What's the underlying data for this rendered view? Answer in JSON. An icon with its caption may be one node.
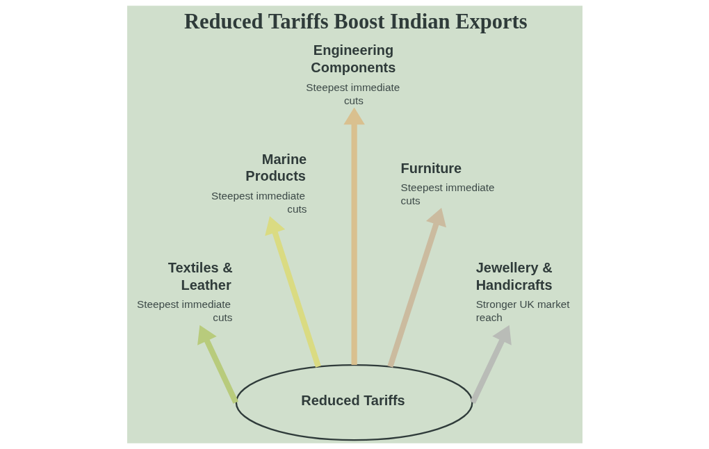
{
  "diagram": {
    "title": "Reduced Tariffs Boost Indian Exports",
    "nodes": [
      {
        "text": [
          "Reduced Tariffs"
        ]
      },
      {
        "text": [
          "Textiles & Leather",
          "Steepest immediate cuts"
        ]
      },
      {
        "text": [
          "Marine Products",
          "Steepest immediate cuts"
        ]
      },
      {
        "text": [
          "Engineering Components",
          "Steepest immediate cuts"
        ]
      },
      {
        "text": [
          "Furniture",
          "Steepest immediate cuts"
        ]
      },
      {
        "text": [
          "Jewellery & Handicrafts",
          "Stronger UK market reach"
        ]
      }
    ],
    "edges": [
      {
        "from": 0,
        "to": 1,
        "arrow": "to",
        "color": "#b8cb7c"
      },
      {
        "from": 0,
        "to": 2,
        "arrow": "to",
        "color": "#dadb82"
      },
      {
        "from": 0,
        "to": 3,
        "arrow": "to",
        "color": "#d9c08f"
      },
      {
        "from": 0,
        "to": 4,
        "arrow": "to",
        "color": "#cbbb9f"
      },
      {
        "from": 0,
        "to": 5,
        "arrow": "to",
        "color": "#b9bcb7"
      }
    ]
  }
}
